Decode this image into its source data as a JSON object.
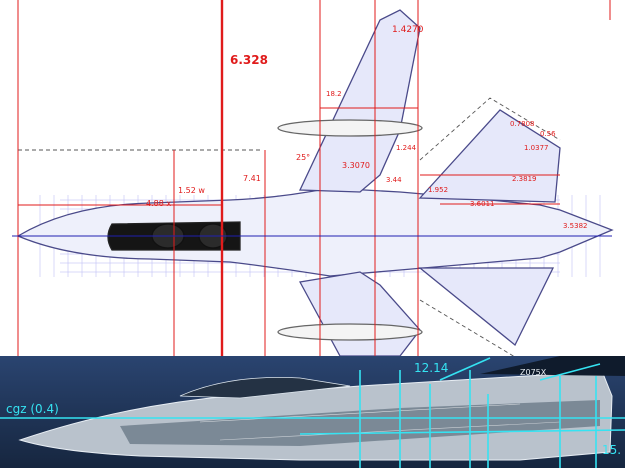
{
  "top_diagram": {
    "labels": {
      "vertical_main": "6.328",
      "wing_tip": "1.4270",
      "fuselage_upper": "18.2",
      "sweep_angle": "25°",
      "wing_root": "3.3070",
      "intake_a": "1.244",
      "intake_b": "3.44",
      "nose_width": "1.52 w",
      "nose_len": "4.88 x",
      "canopy": "7.41",
      "tail_a": "0.7808",
      "tail_b": "0.56",
      "tail_c": "1.0377",
      "tail_d": "2.3819",
      "tail_e": "1.952",
      "tail_f": "3.5382",
      "tail_g": "3.6011"
    },
    "colors": {
      "dimension": "#e01b1b",
      "wireframe": "#3b3bd8",
      "outline": "#5a5a5a"
    }
  },
  "bottom_diagram": {
    "labels": {
      "cg": "cgz (0.4)",
      "dim_top": "12.14",
      "dim_right": "15.",
      "tail_code": "Z075X"
    },
    "colors": {
      "guide": "#35e3f2",
      "background": "#1d2f4f"
    }
  }
}
